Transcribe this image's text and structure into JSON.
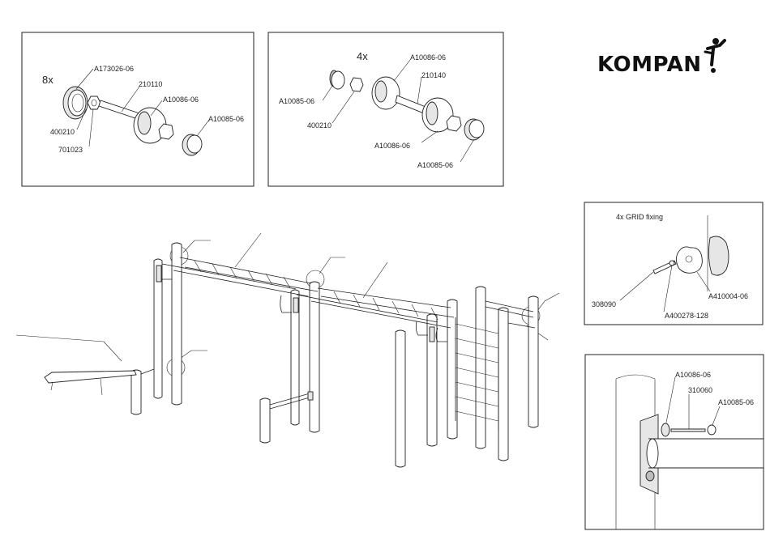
{
  "brand": {
    "logo_text": "KOMPAN"
  },
  "detail_top_left": {
    "quantity": "8x",
    "parts": {
      "p1": "A173026-06",
      "p2": "210110",
      "p3": "A10086-06",
      "p4": "400210",
      "p5": "A10085-06",
      "p6": "701023"
    }
  },
  "detail_top_middle": {
    "quantity": "4x",
    "parts": {
      "p1": "A10086-06",
      "p2": "210140",
      "p3": "A10085-06",
      "p4": "400210",
      "p5": "A10086-06",
      "p6": "A10085-06"
    }
  },
  "detail_grid": {
    "title": "4x GRID fixing",
    "parts": {
      "p1": "A410004-06",
      "p2": "308090",
      "p3": "A400278-128"
    }
  },
  "detail_bottom_right": {
    "parts": {
      "p1": "A10086-06",
      "p2": "310060",
      "p3": "A10085-06"
    }
  }
}
